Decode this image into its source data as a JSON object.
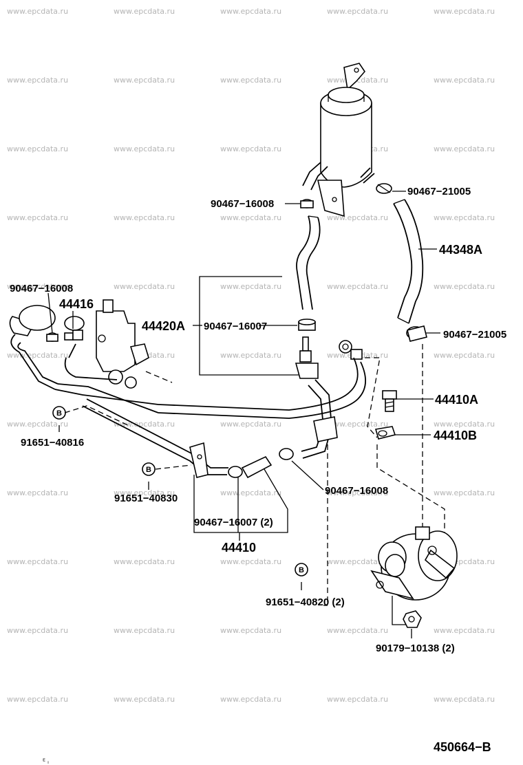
{
  "watermark": "www.epcdata.ru",
  "diagram_code": "450664−B",
  "bottom_mark": "ᴱ ᵢ",
  "symbol_b": "B",
  "labels": {
    "reservoir_clamp_left": "90467−16008",
    "reservoir_clamp_right": "90467−21005",
    "return_hose": "44348A",
    "clamp_left_top": "90467−16008",
    "pipe_44416": "44416",
    "hose_44420a": "44420A",
    "clamp_44420a": "90467−16007",
    "pump_clamp": "90467−21005",
    "union_bolt": "44410A",
    "gasket": "44410B",
    "bolt_left": "91651−40816",
    "clamp_mid": "90467−16008",
    "bolt_mid": "91651−40830",
    "clamp_lower": "90467−16007 (2)",
    "tube_44410": "44410",
    "bolt_lower": "91651−40820 (2)",
    "nut": "90179−10138 (2)"
  }
}
